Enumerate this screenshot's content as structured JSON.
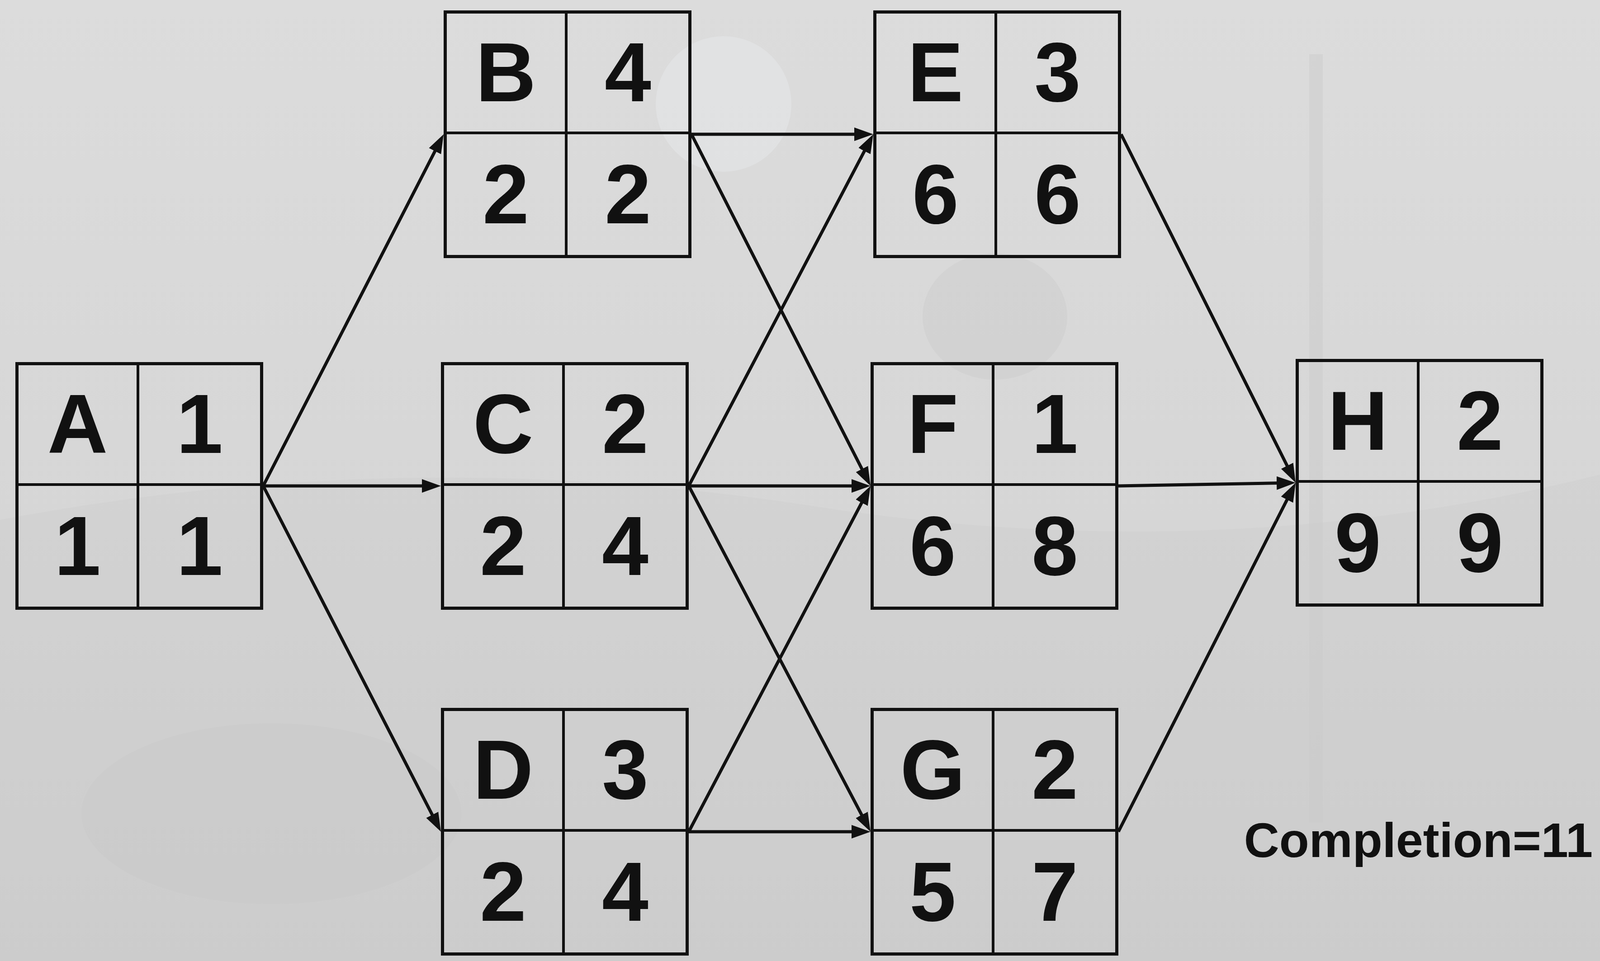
{
  "diagram": {
    "nodes": [
      {
        "text": [
          "A",
          "1",
          "1",
          "1"
        ]
      },
      {
        "text": [
          "B",
          "4",
          "2",
          "2"
        ]
      },
      {
        "text": [
          "C",
          "2",
          "2",
          "4"
        ]
      },
      {
        "text": [
          "D",
          "3",
          "2",
          "4"
        ]
      },
      {
        "text": [
          "E",
          "3",
          "6",
          "6"
        ]
      },
      {
        "text": [
          "F",
          "1",
          "6",
          "8"
        ]
      },
      {
        "text": [
          "G",
          "2",
          "5",
          "7"
        ]
      },
      {
        "text": [
          "H",
          "2",
          "9",
          "9"
        ]
      }
    ],
    "edges": [
      {
        "from": 0,
        "to": 1,
        "arrow": "to"
      },
      {
        "from": 0,
        "to": 2,
        "arrow": "to"
      },
      {
        "from": 0,
        "to": 3,
        "arrow": "to"
      },
      {
        "from": 1,
        "to": 4,
        "arrow": "to"
      },
      {
        "from": 1,
        "to": 5,
        "arrow": "to"
      },
      {
        "from": 2,
        "to": 4,
        "arrow": "to"
      },
      {
        "from": 2,
        "to": 5,
        "arrow": "to"
      },
      {
        "from": 2,
        "to": 6,
        "arrow": "to"
      },
      {
        "from": 3,
        "to": 5,
        "arrow": "to"
      },
      {
        "from": 3,
        "to": 6,
        "arrow": "to"
      },
      {
        "from": 4,
        "to": 7,
        "arrow": "to"
      },
      {
        "from": 5,
        "to": 7,
        "arrow": "to"
      },
      {
        "from": 6,
        "to": 7,
        "arrow": "to"
      }
    ],
    "labels": [
      "Completion=11"
    ]
  }
}
